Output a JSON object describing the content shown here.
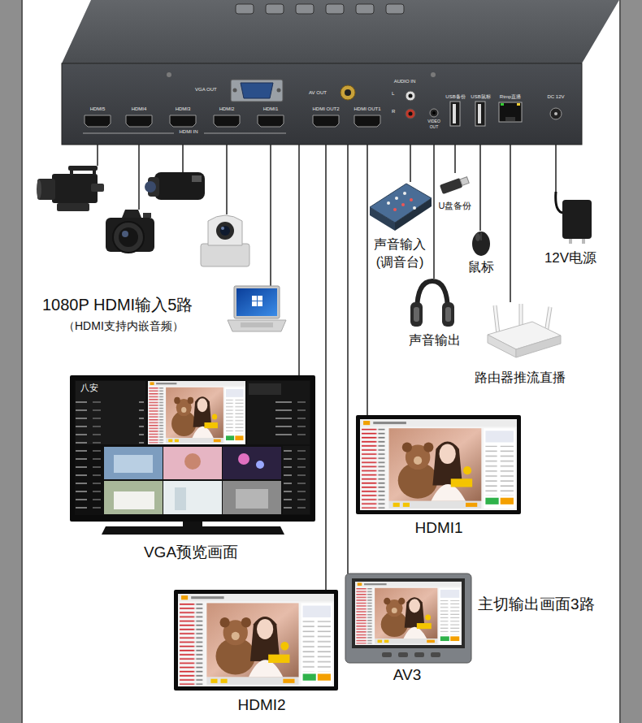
{
  "diagram": {
    "nodes": [
      {
        "text": [
          "HDMI IN"
        ]
      },
      {
        "text": [
          "HDMI5"
        ],
        "in": 0
      },
      {
        "text": [
          "HDMI4"
        ],
        "in": 0
      },
      {
        "text": [
          "HDMI3"
        ],
        "in": 0
      },
      {
        "text": [
          "HDMI2"
        ],
        "in": 0
      },
      {
        "text": [
          "HDMI1"
        ],
        "in": 0
      },
      {
        "text": [
          "VGA OUT"
        ],
        "in": 0
      },
      {
        "text": [
          "HDMI OUT2"
        ],
        "in": 0
      },
      {
        "text": [
          "AV OUT"
        ],
        "in": 0
      },
      {
        "text": [
          "HDMI OUT1"
        ],
        "in": 0
      },
      {
        "text": [
          "AUDIO IN",
          "L",
          "R"
        ],
        "in": 0
      },
      {
        "text": [
          "VIDEO OUT"
        ],
        "in": 0
      },
      {
        "text": [
          "USB备份"
        ],
        "in": 0
      },
      {
        "text": [
          "USB鼠标"
        ],
        "in": 0
      },
      {
        "text": [
          "Rtmp直播"
        ],
        "in": 0
      },
      {
        "text": [
          "DC 12V"
        ],
        "in": 0
      },
      {
        "text": [
          "U盘备份"
        ]
      },
      {
        "text": [
          "声音输入 (调音台)"
        ]
      },
      {
        "text": [
          "12V电源"
        ]
      },
      {
        "text": [
          "鼠标"
        ]
      },
      {
        "text": [
          "声音输出"
        ]
      },
      {
        "text": [
          "路由器推流直播"
        ]
      },
      {
        "text": [
          "VGA预览画面"
        ]
      },
      {
        "text": [
          "HDMI1"
        ]
      },
      {
        "text": [
          "AV3"
        ]
      },
      {
        "text": [
          "HDMI2"
        ]
      }
    ],
    "edges": [
      {
        "from": 6,
        "to": 22,
        "arrow": "none"
      },
      {
        "from": 7,
        "to": 25,
        "arrow": "none"
      },
      {
        "from": 8,
        "to": 24,
        "arrow": "none"
      },
      {
        "from": 9,
        "to": 23,
        "arrow": "none"
      },
      {
        "from": 10,
        "to": 17,
        "arrow": "none"
      },
      {
        "from": 11,
        "to": 20,
        "arrow": "none"
      },
      {
        "from": 12,
        "to": 16,
        "arrow": "none"
      },
      {
        "from": 13,
        "to": 19,
        "arrow": "none"
      },
      {
        "from": 14,
        "to": 21,
        "arrow": "none"
      },
      {
        "from": 15,
        "to": 18,
        "arrow": "none"
      }
    ],
    "labels": [
      "1080P HDMI输入5路",
      "（HDMI支持内嵌音频）",
      "主切输出画面3路",
      "八安"
    ]
  }
}
